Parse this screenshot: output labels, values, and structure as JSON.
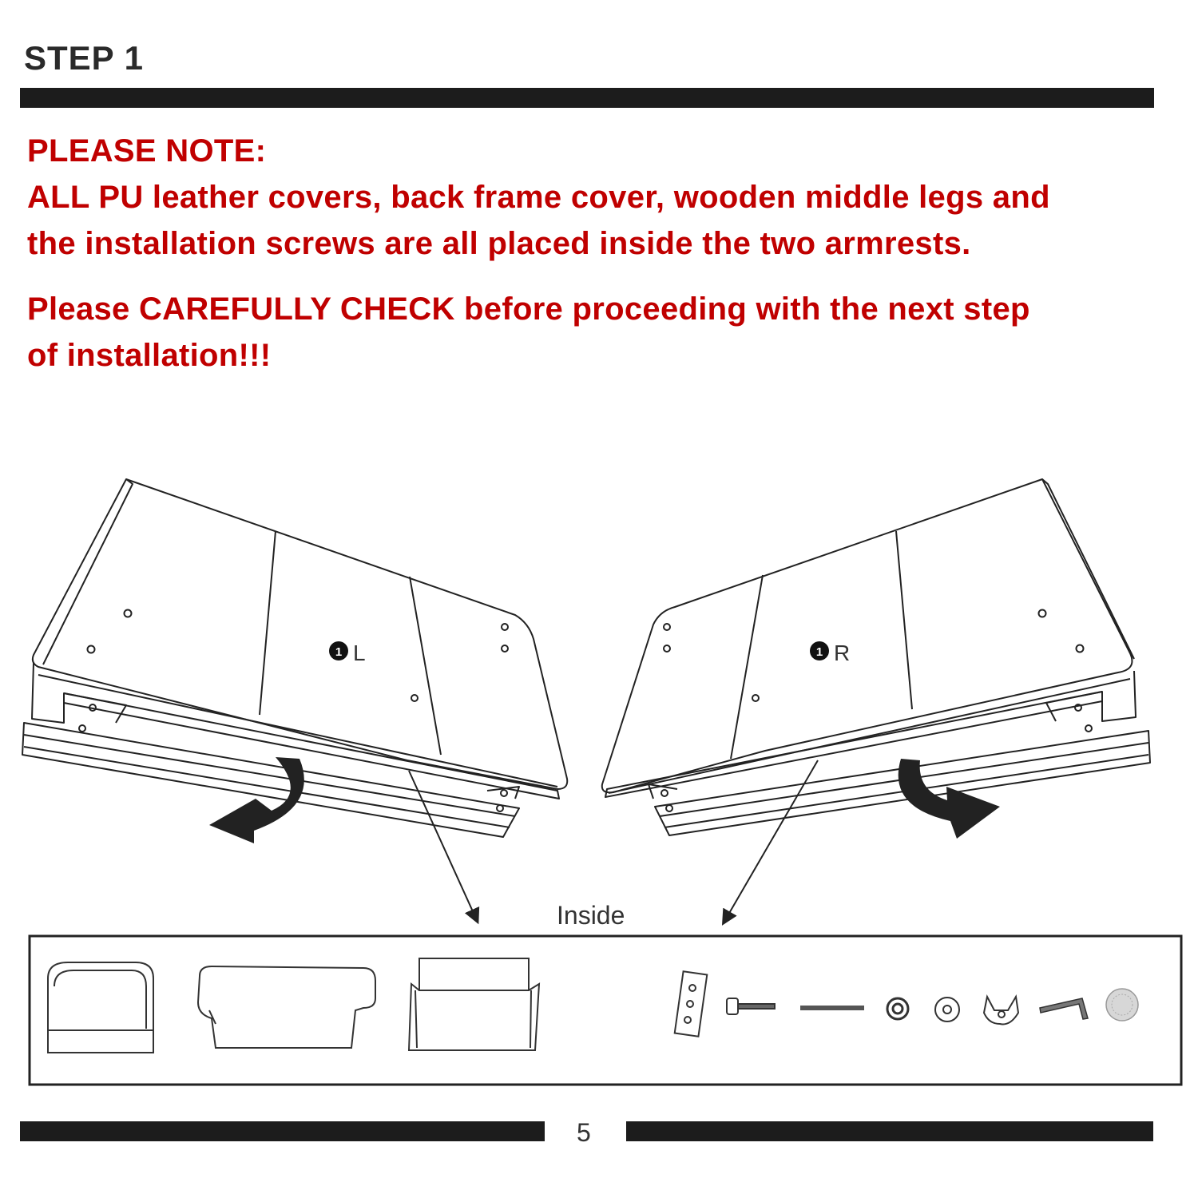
{
  "header": {
    "step_title": "STEP 1"
  },
  "note": {
    "heading": "PLEASE NOTE:",
    "line1": "ALL PU leather covers, back frame cover, wooden middle legs and",
    "line2": "the installation screws are all placed inside the two armrests.",
    "check_line1": "Please CAREFULLY CHECK before proceeding with the next step",
    "check_line2": "of installation!!!"
  },
  "diagram": {
    "left_armrest_label": "L",
    "left_armrest_number": "1",
    "right_armrest_label": "R",
    "right_armrest_number": "1",
    "inside_label": "Inside",
    "parts": [
      "armrest-cover",
      "back-frame-cover",
      "seat-cover",
      "bracket",
      "bolt",
      "rod",
      "lock-washer",
      "flat-washer",
      "wing-nut",
      "allen-key",
      "felt-pad"
    ]
  },
  "footer": {
    "page_number": "5"
  },
  "colors": {
    "note_red": "#c00000",
    "rule": "#1c1c1c",
    "line": "#222222"
  }
}
